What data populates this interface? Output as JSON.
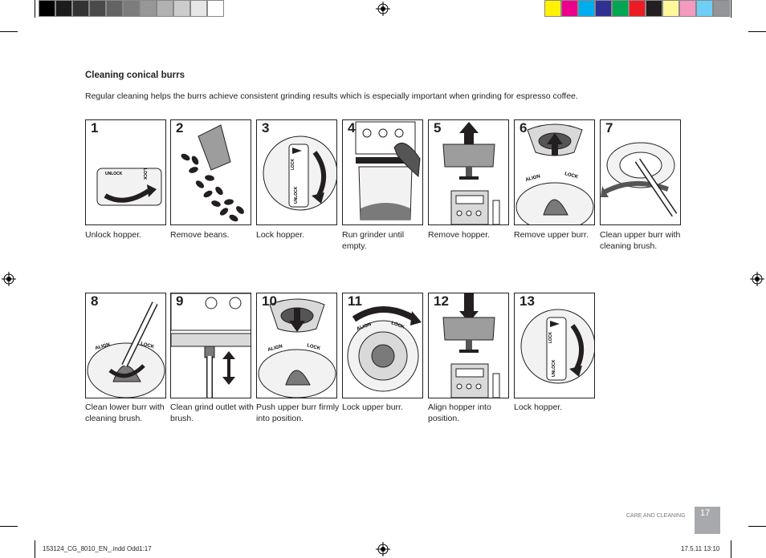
{
  "section": {
    "title": "Cleaning conical burrs",
    "intro": "Regular cleaning helps the burrs achieve consistent grinding results which is especially important when grinding for espresso coffee."
  },
  "steps": [
    {
      "num": "1",
      "caption": "Unlock hopper.",
      "labels": [
        "UNLOCK",
        "LOCK"
      ]
    },
    {
      "num": "2",
      "caption": "Remove beans."
    },
    {
      "num": "3",
      "caption": "Lock hopper.",
      "labels": [
        "LOCK",
        "UNLOCK"
      ]
    },
    {
      "num": "4",
      "caption": "Run grinder until empty."
    },
    {
      "num": "5",
      "caption": "Remove hopper."
    },
    {
      "num": "6",
      "caption": "Remove upper burr.",
      "labels": [
        "ALIGN",
        "LOCK"
      ]
    },
    {
      "num": "7",
      "caption": "Clean upper burr with cleaning brush."
    },
    {
      "num": "8",
      "caption": "Clean lower burr with cleaning brush.",
      "labels": [
        "ALIGN",
        "LOCK"
      ]
    },
    {
      "num": "9",
      "caption": "Clean grind outlet with brush."
    },
    {
      "num": "10",
      "caption": "Push upper burr firmly into position.",
      "labels": [
        "ALIGN",
        "LOCK"
      ]
    },
    {
      "num": "11",
      "caption": "Lock upper burr.",
      "labels": [
        "ALIGN",
        "LOCK"
      ]
    },
    {
      "num": "12",
      "caption": "Align hopper into position."
    },
    {
      "num": "13",
      "caption": "Lock hopper.",
      "labels": [
        "LOCK",
        "UNLOCK"
      ]
    }
  ],
  "footer": {
    "section_label": "CARE AND CLEANING",
    "page": "17",
    "file": "153124_CG_8010_EN_.indd   Odd1:17",
    "date": "17.5.11   13:10"
  },
  "colors": {
    "grays": [
      "#000000",
      "#1c1c1c",
      "#333333",
      "#4a4a4a",
      "#636363",
      "#7c7c7c",
      "#979797",
      "#b1b1b1",
      "#cccccc",
      "#e6e6e6",
      "#ffffff"
    ],
    "process": [
      "#fff200",
      "#ec008c",
      "#00aeef",
      "#2e3192",
      "#00a651",
      "#ed1c24",
      "#231f20",
      "#fff799",
      "#f49ac1",
      "#6dcff6",
      "#939598"
    ]
  }
}
